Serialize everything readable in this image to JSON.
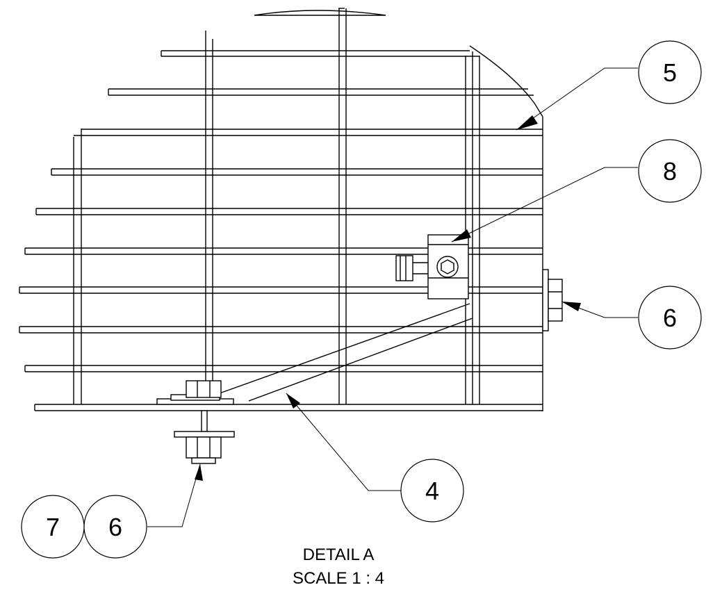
{
  "balloons": {
    "b5": "5",
    "b8": "8",
    "b6_right": "6",
    "b4": "4",
    "b7": "7",
    "b6_bottom": "6"
  },
  "caption": {
    "line1": "DETAIL A",
    "line2": "SCALE 1 : 4"
  }
}
